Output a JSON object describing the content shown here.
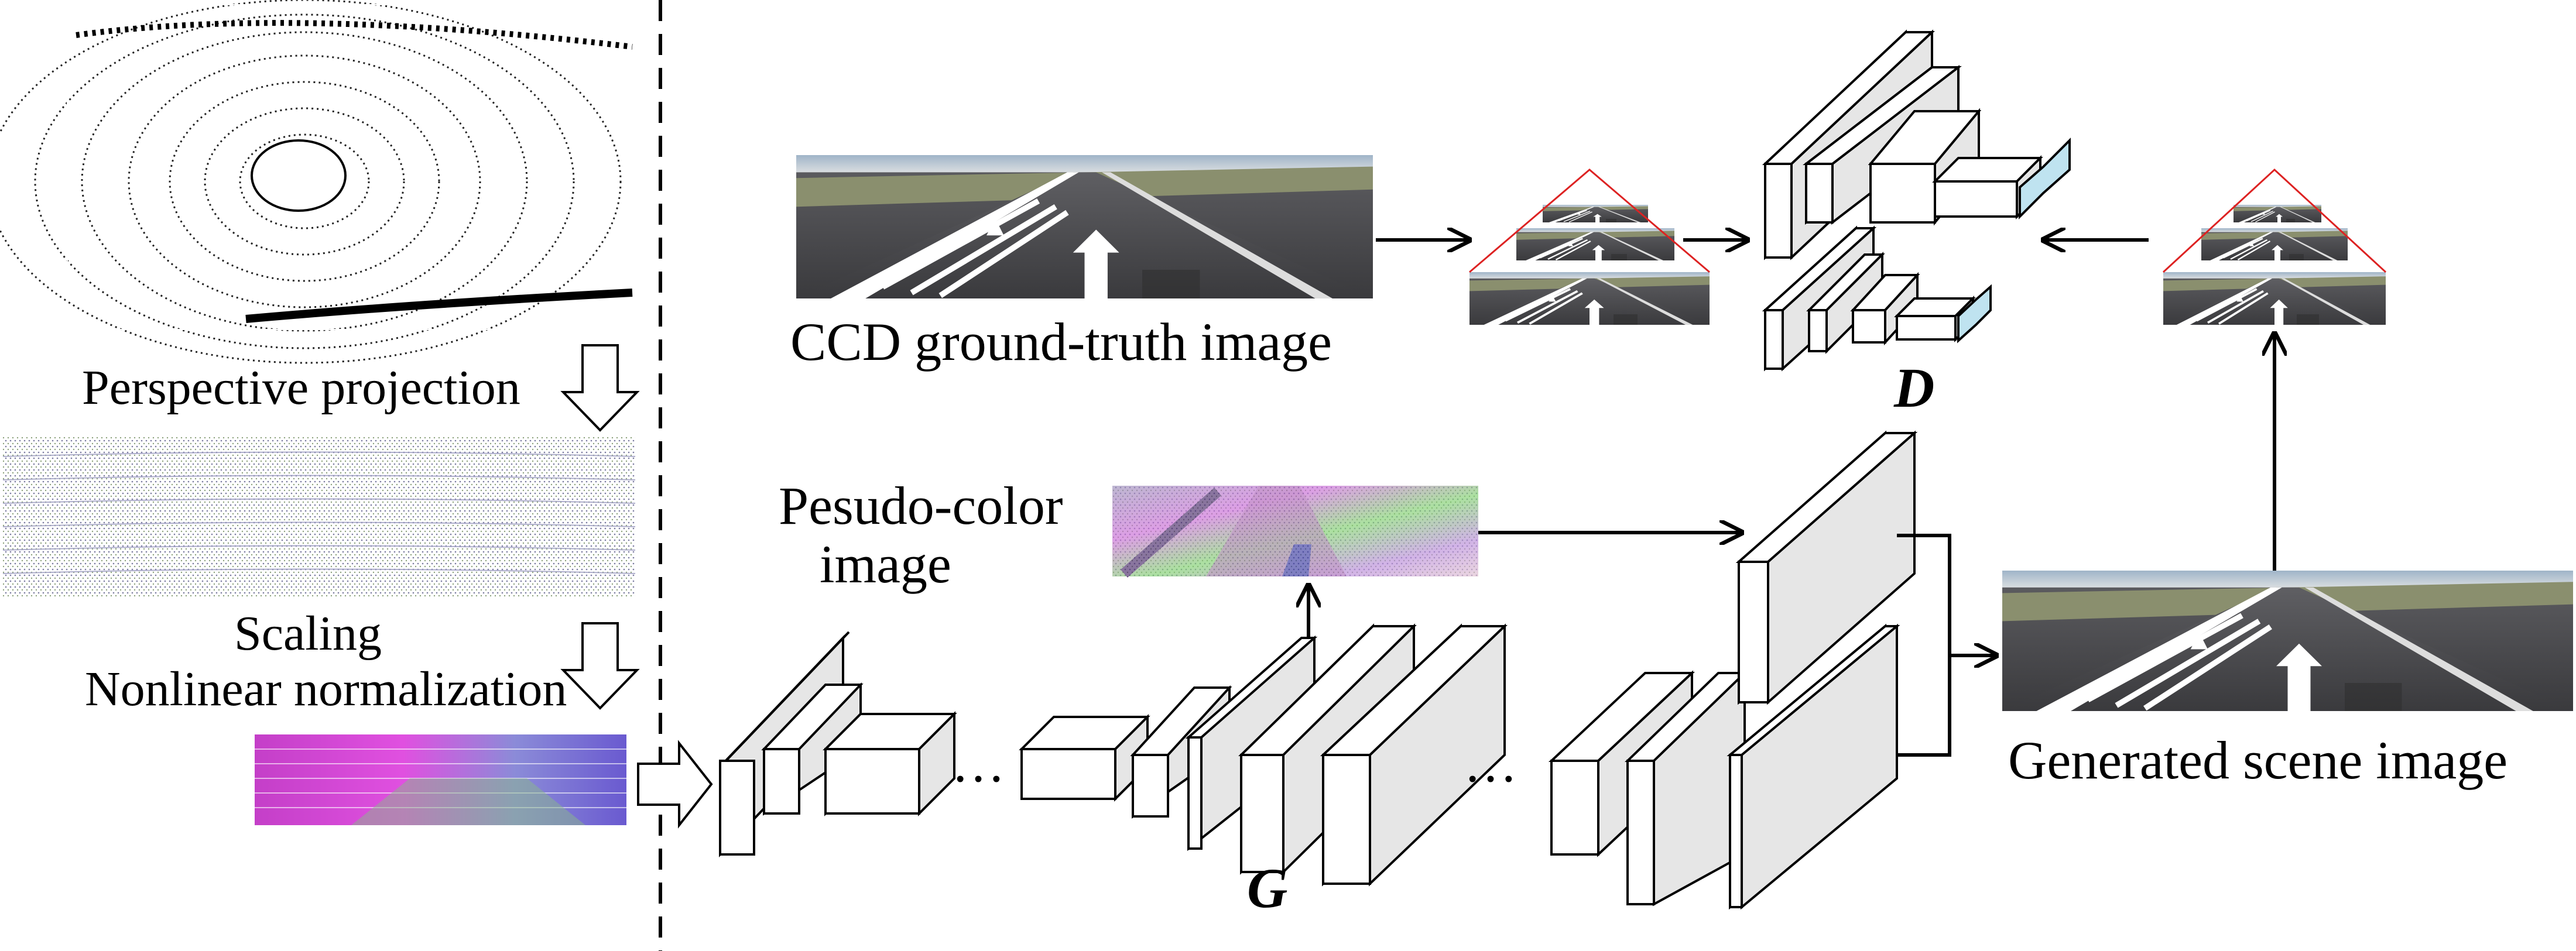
{
  "labels": {
    "perspective_projection": "Perspective projection",
    "scaling": "Scaling",
    "nonlinear_normalization": "Nonlinear normalization",
    "ccd_ground_truth": "CCD ground-truth image",
    "pseudo_color_line1": "Pesudo-color",
    "pseudo_color_line2": "image",
    "generated_scene": "Generated scene image",
    "discriminator": "D",
    "generator": "G",
    "ellipsis": "…"
  },
  "colors": {
    "frustum_red": "#dd2222",
    "discriminator_output_block": "#bfe3f0",
    "block_side": "#e6e6e6"
  }
}
